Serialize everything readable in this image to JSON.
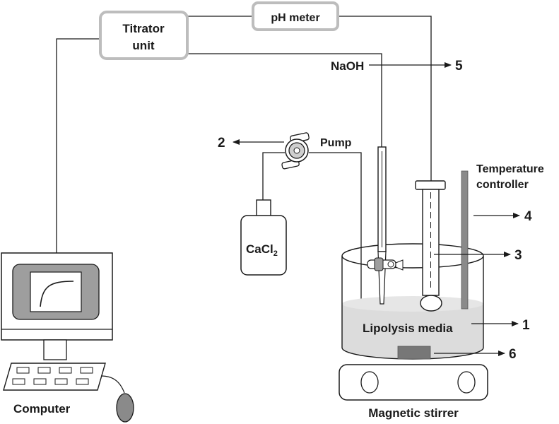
{
  "labels": {
    "ph_meter": "pH meter",
    "titrator_line1": "Titrator",
    "titrator_line2": "unit",
    "naoh": "NaOH",
    "pump": "Pump",
    "temperature_line1": "Temperature",
    "temperature_line2": "controller",
    "cacl2_main": "CaCl",
    "cacl2_sub": "2",
    "lipolysis": "Lipolysis media",
    "computer": "Computer",
    "magnetic_stirrer": "Magnetic stirrer"
  },
  "callouts": {
    "n1": "1",
    "n2": "2",
    "n3": "3",
    "n4": "4",
    "n5": "5",
    "n6": "6"
  },
  "colors": {
    "line": "#1a1a1a",
    "box_border": "#bdbdbd",
    "vessel_liquid": "#dcdcdc",
    "screen_gray": "#9e9e9e",
    "probe_gray": "#8a8a8a"
  }
}
